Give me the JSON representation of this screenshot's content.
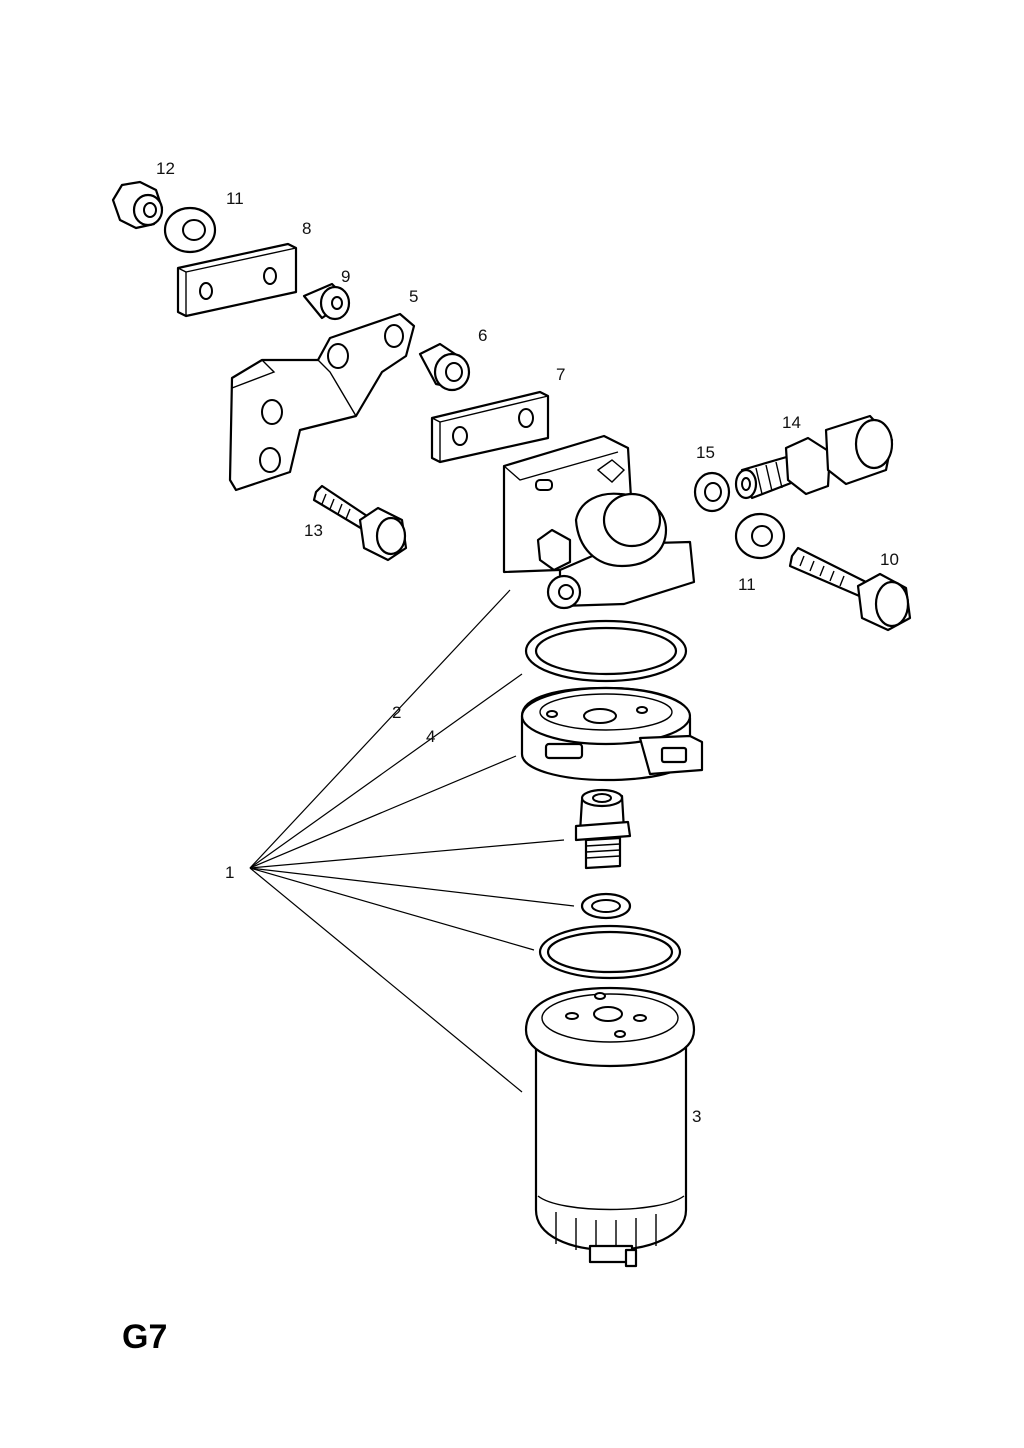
{
  "sheet_code": "G7",
  "callouts": {
    "c1": "1",
    "c2": "2",
    "c3": "3",
    "c4": "4",
    "c5": "5",
    "c6": "6",
    "c7": "7",
    "c8": "8",
    "c9": "9",
    "c10": "10",
    "c11a": "11",
    "c11b": "11",
    "c12": "12",
    "c13": "13",
    "c14": "14",
    "c15": "15"
  }
}
